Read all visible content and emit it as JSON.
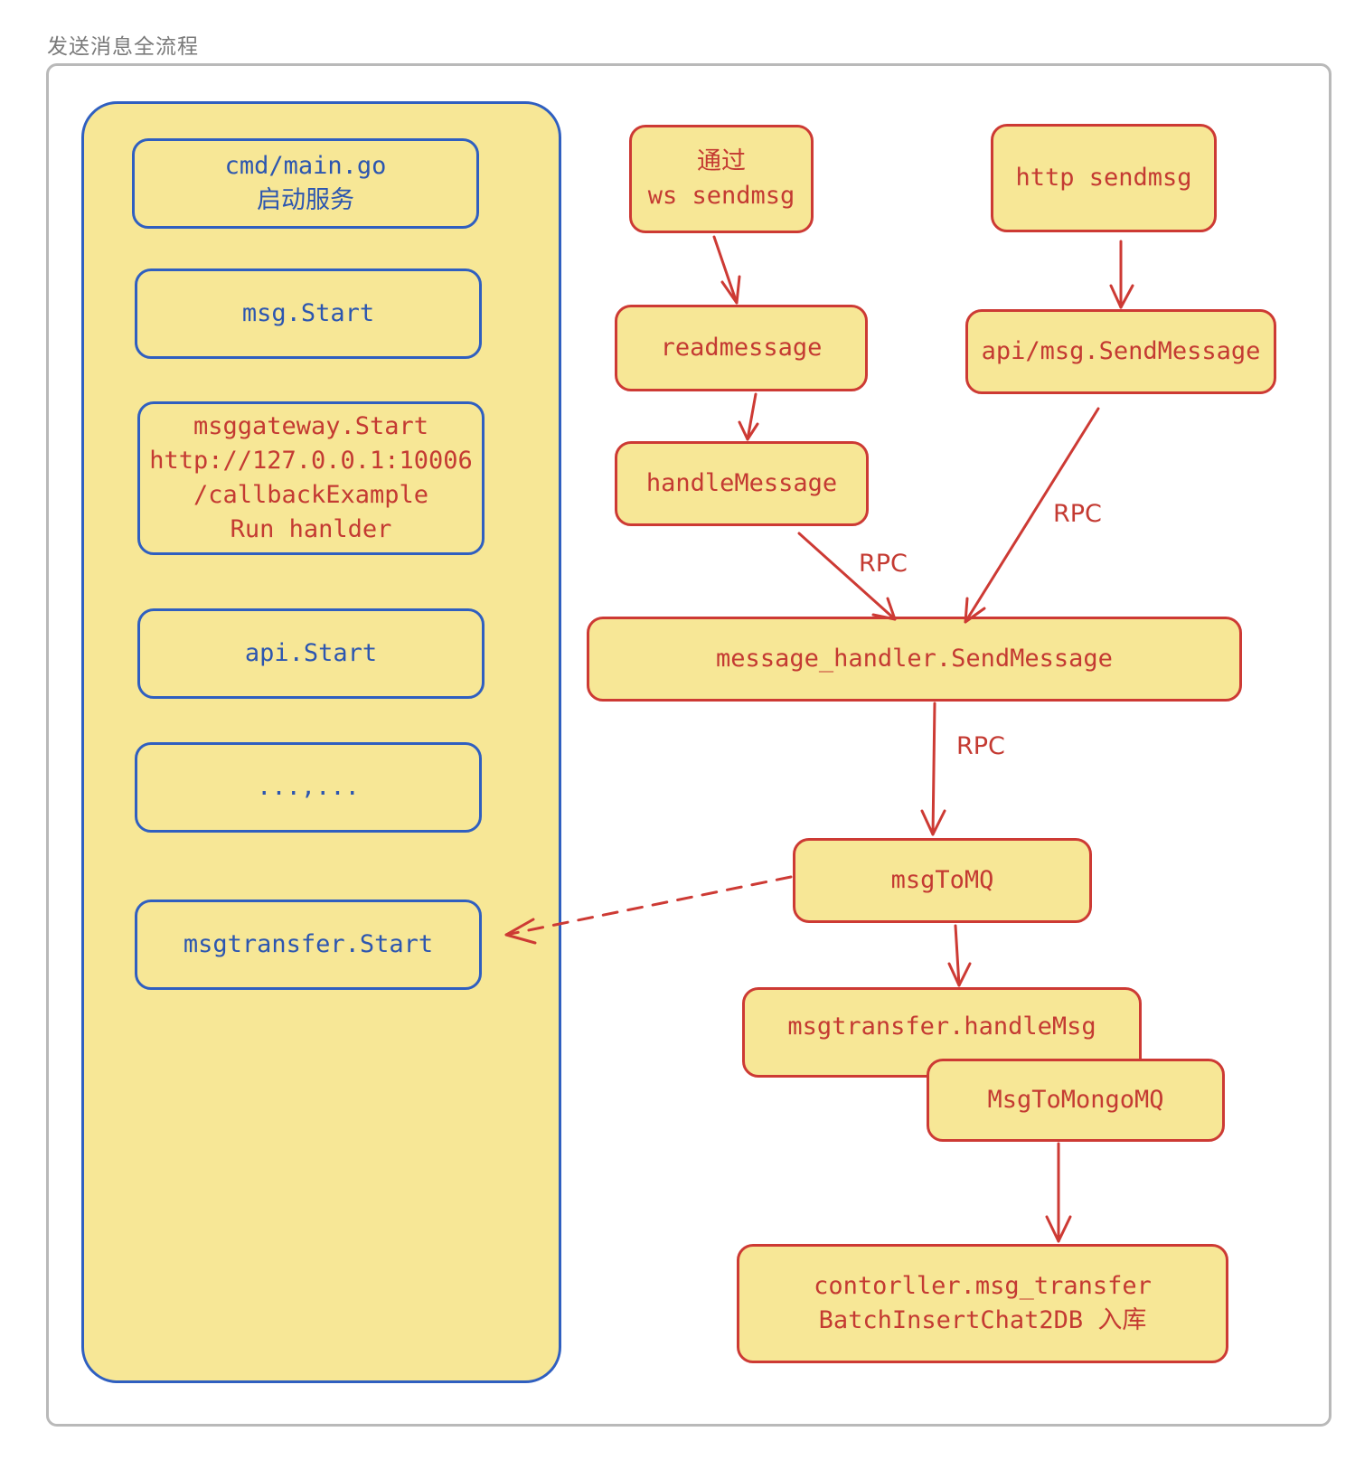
{
  "frame": {
    "title": "发送消息全流程"
  },
  "colors": {
    "fill": "#f7e796",
    "blue": "#2f5fc0",
    "red": "#cd3a34",
    "frame": "#b9b9b9"
  },
  "left_column": {
    "cmd_main": {
      "line1": "cmd/main.go",
      "line2": "启动服务"
    },
    "msg_start": "msg.Start",
    "msggateway": {
      "line1": "msggateway.Start",
      "line2": "http://127.0.0.1:10006",
      "line3": "/callbackExample",
      "line4": "Run hanlder"
    },
    "api_start": "api.Start",
    "ellipsis": "...,...",
    "msgtransfer_start": "msgtransfer.Start"
  },
  "flow": {
    "ws_sendmsg": {
      "line1": "通过",
      "line2": "ws sendmsg"
    },
    "http_sendmsg": "http sendmsg",
    "readmessage": "readmessage",
    "api_send": "api/msg.SendMessage",
    "handlemessage": "handleMessage",
    "handler_send": "message_handler.SendMessage",
    "msgtomq": "msgToMQ",
    "transfer_handle": "msgtransfer.handleMsg",
    "mongo": "MsgToMongoMQ",
    "controller": {
      "line1": "contorller.msg_transfer",
      "line2": "BatchInsertChat2DB 入库"
    }
  },
  "edge_labels": {
    "rpc_left": "RPC",
    "rpc_right": "RPC",
    "rpc_down": "RPC"
  }
}
